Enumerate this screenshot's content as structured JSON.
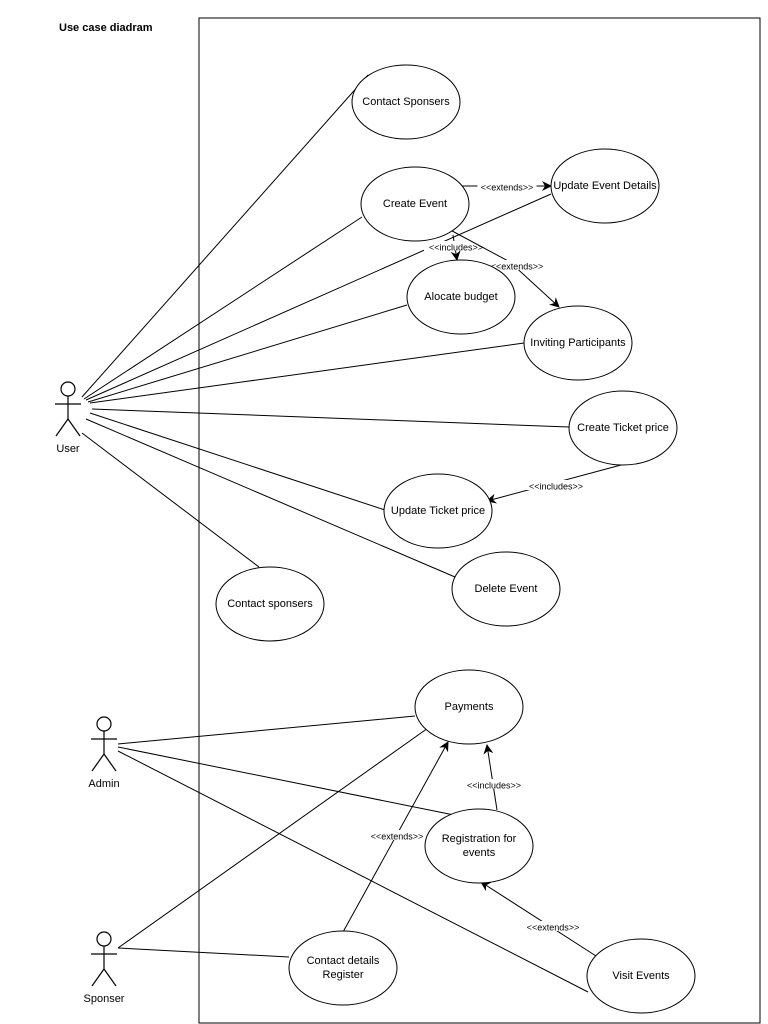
{
  "title": "Use case diadram",
  "actors": [
    {
      "id": "user",
      "label": "User"
    },
    {
      "id": "admin",
      "label": "Admin"
    },
    {
      "id": "sponser",
      "label": "Sponser"
    }
  ],
  "use_cases": [
    {
      "id": "contact_sponsers_top",
      "lines": [
        "Contact Sponsers"
      ]
    },
    {
      "id": "create_event",
      "lines": [
        "Create Event"
      ]
    },
    {
      "id": "update_event_details",
      "lines": [
        "Update Event Details"
      ]
    },
    {
      "id": "alocate_budget",
      "lines": [
        "Alocate budget"
      ]
    },
    {
      "id": "inviting_participants",
      "lines": [
        "Inviting Participants"
      ]
    },
    {
      "id": "create_ticket_price",
      "lines": [
        "Create Ticket price"
      ]
    },
    {
      "id": "update_ticket_price",
      "lines": [
        "Update Ticket price"
      ]
    },
    {
      "id": "delete_event",
      "lines": [
        "Delete Event"
      ]
    },
    {
      "id": "contact_sponsers_bottom",
      "lines": [
        "Contact sponsers"
      ]
    },
    {
      "id": "payments",
      "lines": [
        "Payments"
      ]
    },
    {
      "id": "registration_for_events",
      "lines": [
        "Registration for",
        "events"
      ]
    },
    {
      "id": "contact_details_register",
      "lines": [
        "Contact details",
        "Register"
      ]
    },
    {
      "id": "visit_events",
      "lines": [
        "Visit Events"
      ]
    }
  ],
  "associations": [
    {
      "actor": "user",
      "use_case": "contact_sponsers_top"
    },
    {
      "actor": "user",
      "use_case": "create_event"
    },
    {
      "actor": "user",
      "use_case": "update_event_details"
    },
    {
      "actor": "user",
      "use_case": "alocate_budget"
    },
    {
      "actor": "user",
      "use_case": "inviting_participants"
    },
    {
      "actor": "user",
      "use_case": "create_ticket_price"
    },
    {
      "actor": "user",
      "use_case": "update_ticket_price"
    },
    {
      "actor": "user",
      "use_case": "delete_event"
    },
    {
      "actor": "user",
      "use_case": "contact_sponsers_bottom"
    },
    {
      "actor": "admin",
      "use_case": "payments"
    },
    {
      "actor": "admin",
      "use_case": "registration_for_events"
    },
    {
      "actor": "admin",
      "use_case": "visit_events"
    },
    {
      "actor": "sponser",
      "use_case": "payments"
    },
    {
      "actor": "sponser",
      "use_case": "contact_details_register"
    }
  ],
  "relations": [
    {
      "from": "create_event",
      "to": "update_event_details",
      "label": "<<extends>>"
    },
    {
      "from": "create_event",
      "to": "alocate_budget",
      "label": "<<includes>>"
    },
    {
      "from": "create_event",
      "to": "inviting_participants",
      "label": "<<extends>>"
    },
    {
      "from": "create_ticket_price",
      "to": "update_ticket_price",
      "label": "<<includes>>"
    },
    {
      "from": "registration_for_events",
      "to": "payments",
      "label": "<<includes>>"
    },
    {
      "from": "contact_details_register",
      "to": "payments",
      "label": "<<extends>>"
    },
    {
      "from": "visit_events",
      "to": "registration_for_events",
      "label": "<<extends>>"
    }
  ]
}
